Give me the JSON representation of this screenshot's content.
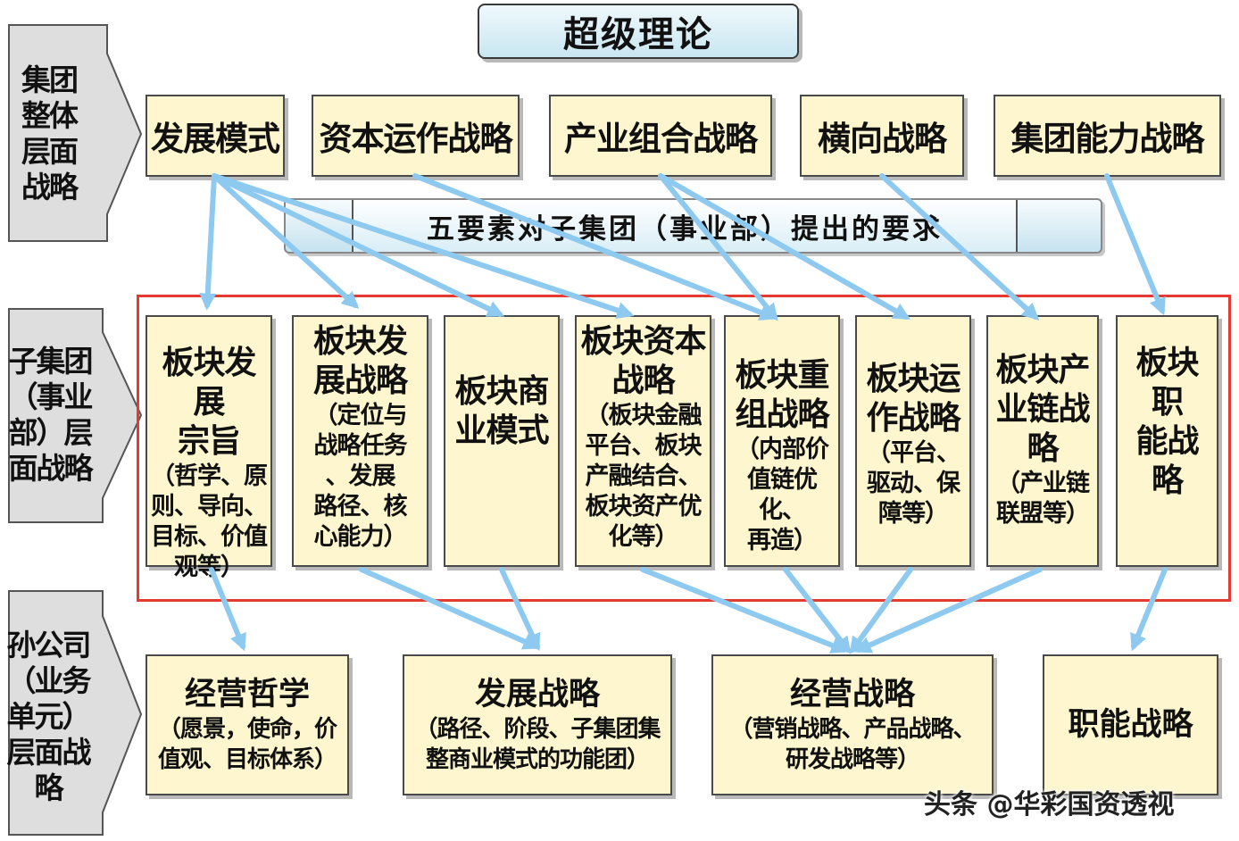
{
  "title": "超级理论",
  "banner": "五要素对子集团（事业部）提出的要求",
  "side_labels": {
    "level1": [
      "集团",
      "整体",
      "层面",
      "战略"
    ],
    "level2": [
      "子集团",
      "（事业",
      "部）层",
      "面战略"
    ],
    "level3": [
      "孙公司",
      "（业务",
      "单元）",
      "层面战",
      "略"
    ]
  },
  "row1": [
    {
      "label": "发展模式"
    },
    {
      "label": "资本运作战略"
    },
    {
      "label": "产业组合战略"
    },
    {
      "label": "横向战略"
    },
    {
      "label": "集团能力战略"
    }
  ],
  "row2": [
    {
      "title": [
        "板块发展",
        "宗旨"
      ],
      "note": [
        "（哲学、原",
        "则、导向、",
        "目标、价值",
        "观等）"
      ]
    },
    {
      "title": [
        "板块发",
        "展战略"
      ],
      "note": [
        "（定位与",
        "战略任务",
        "、发展",
        "路径、核",
        "心能力）"
      ]
    },
    {
      "title": [
        "板块商",
        "业模式"
      ],
      "note": []
    },
    {
      "title": [
        "板块资本",
        "战略"
      ],
      "note": [
        "（板块金融",
        "平台、板块",
        "产融结合、",
        "板块资产优",
        "化等）"
      ]
    },
    {
      "title": [
        "板块重",
        "组战略"
      ],
      "note": [
        "（内部价",
        "值链优化、",
        "再造）"
      ]
    },
    {
      "title": [
        "板块运",
        "作战略"
      ],
      "note": [
        "（平台、",
        "驱动、保",
        "障等）"
      ]
    },
    {
      "title": [
        "板块产",
        "业链战",
        "略"
      ],
      "note": [
        "（产业链",
        "联盟等）"
      ]
    },
    {
      "title": [
        "板块职",
        "能战略"
      ],
      "note": []
    }
  ],
  "row3": [
    {
      "title": "经营哲学",
      "note": [
        "（愿景，使命，价",
        "值观、目标体系）"
      ]
    },
    {
      "title": "发展战略",
      "note": [
        "（路径、阶段、子集团集",
        "整商业模式的功能团）"
      ]
    },
    {
      "title": "经营战略",
      "note": [
        "（营销战略、产品战略、",
        "研发战略等）"
      ]
    },
    {
      "title": "职能战略",
      "note": []
    }
  ],
  "watermark": "头条 @华彩国资透视",
  "colors": {
    "box_fill": "#fdf6cf",
    "arrow": "#8ec9f0",
    "frame": "#e53a30"
  }
}
